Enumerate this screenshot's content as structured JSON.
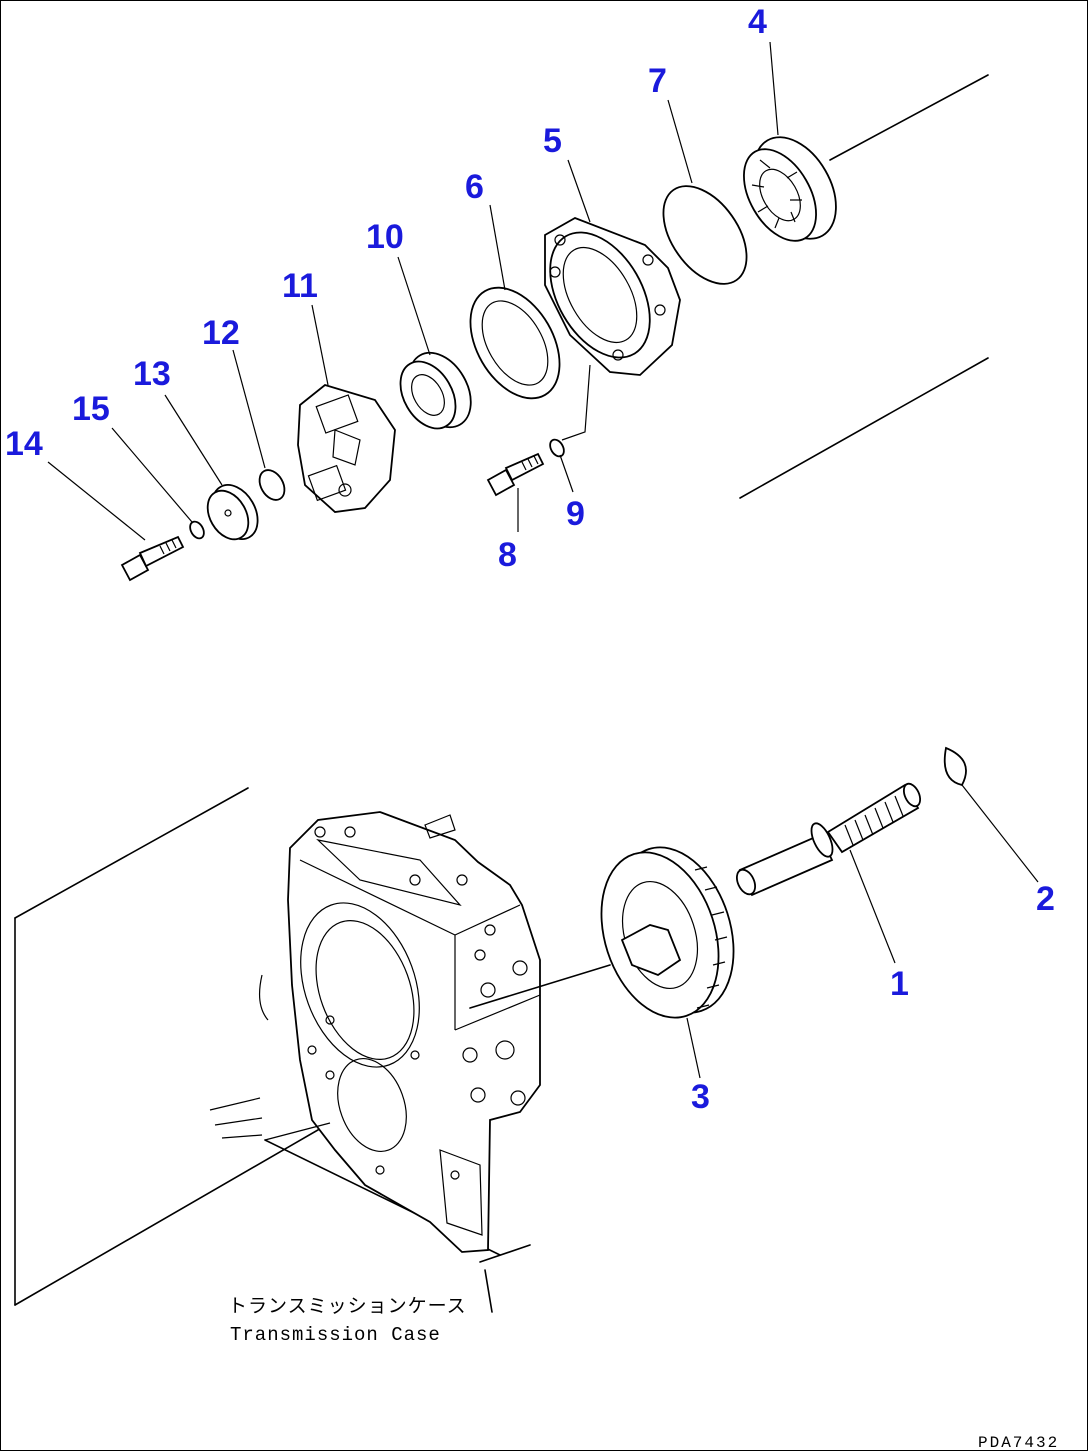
{
  "callouts": [
    {
      "id": "1",
      "label": "1"
    },
    {
      "id": "2",
      "label": "2"
    },
    {
      "id": "3",
      "label": "3"
    },
    {
      "id": "4",
      "label": "4"
    },
    {
      "id": "5",
      "label": "5"
    },
    {
      "id": "6",
      "label": "6"
    },
    {
      "id": "7",
      "label": "7"
    },
    {
      "id": "8",
      "label": "8"
    },
    {
      "id": "9",
      "label": "9"
    },
    {
      "id": "10",
      "label": "10"
    },
    {
      "id": "11",
      "label": "11"
    },
    {
      "id": "12",
      "label": "12"
    },
    {
      "id": "13",
      "label": "13"
    },
    {
      "id": "14",
      "label": "14"
    },
    {
      "id": "15",
      "label": "15"
    }
  ],
  "caption": {
    "japanese": "トランスミッションケース",
    "english": "Transmission Case"
  },
  "drawing_code": "PDA7432",
  "colors": {
    "callout": "#1a1adc",
    "line": "#000000",
    "background": "#ffffff"
  }
}
